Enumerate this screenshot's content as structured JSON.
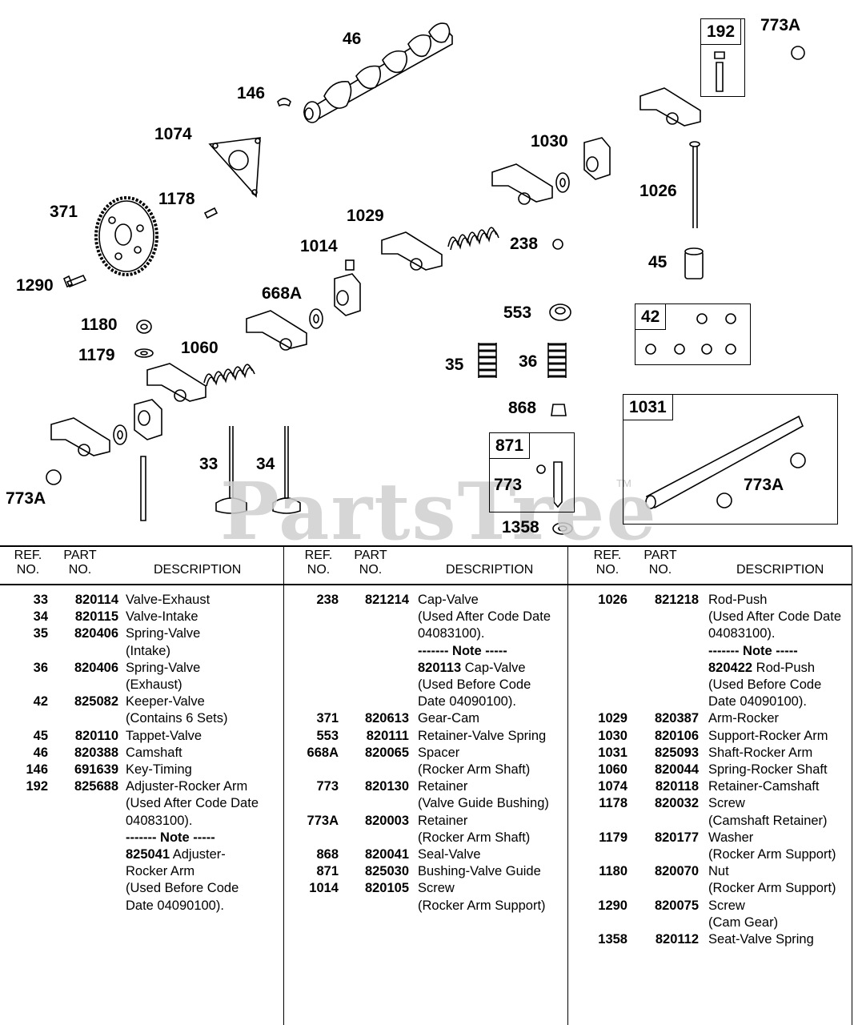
{
  "watermark": "PartsTree",
  "trademark": "TM",
  "diagram": {
    "callouts": [
      "46",
      "146",
      "1074",
      "371",
      "1178",
      "1290",
      "1180",
      "1179",
      "1060",
      "668A",
      "1014",
      "1029",
      "238",
      "1030",
      "1026",
      "45",
      "553",
      "35",
      "36",
      "868",
      "192",
      "773A",
      "42",
      "1031",
      "871",
      "773",
      "773A",
      "33",
      "34",
      "1358",
      "773A"
    ],
    "boxes": {
      "b192": "192",
      "b42": "42",
      "b1031": "1031",
      "b871": "871"
    }
  },
  "table": {
    "headers": {
      "ref": [
        "REF.",
        "NO."
      ],
      "part": [
        "PART",
        "NO."
      ],
      "desc": "DESCRIPTION"
    },
    "columns": [
      {
        "rows": [
          {
            "ref": "33",
            "part": "820114",
            "desc": "Valve-Exhaust"
          },
          {
            "ref": "34",
            "part": "820115",
            "desc": "Valve-Intake"
          },
          {
            "ref": "35",
            "part": "820406",
            "desc": "Spring-Valve"
          },
          {
            "ref": "",
            "part": "",
            "desc": "(Intake)"
          },
          {
            "ref": "36",
            "part": "820406",
            "desc": "Spring-Valve"
          },
          {
            "ref": "",
            "part": "",
            "desc": "(Exhaust)"
          },
          {
            "ref": "42",
            "part": "825082",
            "desc": "Keeper-Valve"
          },
          {
            "ref": "",
            "part": "",
            "desc": "(Contains 6 Sets)"
          },
          {
            "ref": "45",
            "part": "820110",
            "desc": "Tappet-Valve"
          },
          {
            "ref": "46",
            "part": "820388",
            "desc": "Camshaft"
          },
          {
            "ref": "146",
            "part": "691639",
            "desc": "Key-Timing"
          },
          {
            "ref": "192",
            "part": "825688",
            "desc": "Adjuster-Rocker Arm"
          },
          {
            "ref": "",
            "part": "",
            "desc": "(Used After Code Date"
          },
          {
            "ref": "",
            "part": "",
            "desc": "04083100)."
          },
          {
            "ref": "",
            "part": "",
            "desc": "------- Note -----",
            "bold": true
          },
          {
            "ref": "",
            "part": "",
            "desc_bold": "825041",
            "desc": "Adjuster-"
          },
          {
            "ref": "",
            "part": "",
            "desc": "Rocker Arm"
          },
          {
            "ref": "",
            "part": "",
            "desc": "(Used Before Code"
          },
          {
            "ref": "",
            "part": "",
            "desc": "Date 04090100)."
          }
        ]
      },
      {
        "rows": [
          {
            "ref": "238",
            "part": "821214",
            "desc": "Cap-Valve"
          },
          {
            "ref": "",
            "part": "",
            "desc": "(Used After Code Date"
          },
          {
            "ref": "",
            "part": "",
            "desc": "04083100)."
          },
          {
            "ref": "",
            "part": "",
            "desc": "------- Note -----",
            "bold": true
          },
          {
            "ref": "",
            "part": "",
            "desc_bold": "820113",
            "desc": "Cap-Valve"
          },
          {
            "ref": "",
            "part": "",
            "desc": "(Used Before Code"
          },
          {
            "ref": "",
            "part": "",
            "desc": "Date 04090100)."
          },
          {
            "ref": "371",
            "part": "820613",
            "desc": "Gear-Cam"
          },
          {
            "ref": "553",
            "part": "820111",
            "desc": "Retainer-Valve Spring"
          },
          {
            "ref": "668A",
            "part": "820065",
            "desc": "Spacer"
          },
          {
            "ref": "",
            "part": "",
            "desc": "(Rocker Arm Shaft)"
          },
          {
            "ref": "773",
            "part": "820130",
            "desc": "Retainer"
          },
          {
            "ref": "",
            "part": "",
            "desc": "(Valve Guide Bushing)"
          },
          {
            "ref": "773A",
            "part": "820003",
            "desc": "Retainer"
          },
          {
            "ref": "",
            "part": "",
            "desc": "(Rocker Arm Shaft)"
          },
          {
            "ref": "868",
            "part": "820041",
            "desc": "Seal-Valve"
          },
          {
            "ref": "871",
            "part": "825030",
            "desc": "Bushing-Valve Guide"
          },
          {
            "ref": "1014",
            "part": "820105",
            "desc": "Screw"
          },
          {
            "ref": "",
            "part": "",
            "desc": "(Rocker Arm Support)"
          }
        ]
      },
      {
        "rows": [
          {
            "ref": "1026",
            "part": "821218",
            "desc": "Rod-Push"
          },
          {
            "ref": "",
            "part": "",
            "desc": "(Used After Code Date"
          },
          {
            "ref": "",
            "part": "",
            "desc": "04083100)."
          },
          {
            "ref": "",
            "part": "",
            "desc": "------- Note -----",
            "bold": true
          },
          {
            "ref": "",
            "part": "",
            "desc_bold": "820422",
            "desc": "Rod-Push"
          },
          {
            "ref": "",
            "part": "",
            "desc": "(Used Before Code"
          },
          {
            "ref": "",
            "part": "",
            "desc": "Date 04090100)."
          },
          {
            "ref": "1029",
            "part": "820387",
            "desc": "Arm-Rocker"
          },
          {
            "ref": "1030",
            "part": "820106",
            "desc": "Support-Rocker Arm"
          },
          {
            "ref": "1031",
            "part": "825093",
            "desc": "Shaft-Rocker Arm"
          },
          {
            "ref": "1060",
            "part": "820044",
            "desc": "Spring-Rocker Shaft"
          },
          {
            "ref": "1074",
            "part": "820118",
            "desc": "Retainer-Camshaft"
          },
          {
            "ref": "1178",
            "part": "820032",
            "desc": "Screw"
          },
          {
            "ref": "",
            "part": "",
            "desc": "(Camshaft Retainer)"
          },
          {
            "ref": "1179",
            "part": "820177",
            "desc": "Washer"
          },
          {
            "ref": "",
            "part": "",
            "desc": "(Rocker Arm Support)"
          },
          {
            "ref": "1180",
            "part": "820070",
            "desc": "Nut"
          },
          {
            "ref": "",
            "part": "",
            "desc": "(Rocker Arm Support)"
          },
          {
            "ref": "1290",
            "part": "820075",
            "desc": "Screw"
          },
          {
            "ref": "",
            "part": "",
            "desc": "(Cam Gear)"
          },
          {
            "ref": "1358",
            "part": "820112",
            "desc": "Seat-Valve Spring"
          }
        ]
      }
    ]
  }
}
